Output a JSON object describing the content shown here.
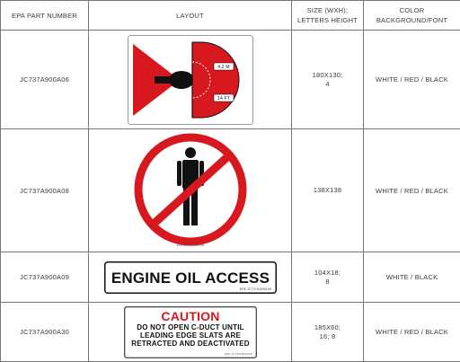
{
  "headers": {
    "part": "EPA PART NUMBER",
    "layout": "LAYOUT",
    "size_line1": "SIZE (WXH);",
    "size_line2": "LETTERS HEIGHT",
    "color_line1": "COLOR",
    "color_line2": "BACKGROUND/FONT"
  },
  "rows": [
    {
      "part": "JC737A900A06",
      "size_line1": "180X130;",
      "size_line2": "4",
      "color": "WHITE / RED / BLACK",
      "sign": {
        "label_top": "4.2 M",
        "label_bottom": "14 FT"
      }
    },
    {
      "part": "JC737A900A08",
      "size_line1": "138X138",
      "size_line2": "",
      "color": "WHITE / RED / BLACK",
      "sign": {
        "fine_print": "EPA JC737A900A08"
      }
    },
    {
      "part": "JC737A900A09",
      "size_line1": "104X18;",
      "size_line2": "8",
      "color": "WHITE  / BLACK",
      "sign": {
        "text": "ENGINE OIL ACCESS",
        "fine_print": "EPA JC737A900A09"
      }
    },
    {
      "part": "JC737A900A30",
      "size_line1": "185X60;",
      "size_line2": "16; 8",
      "color": "WHITE  / RED / BLACK",
      "sign": {
        "title": "CAUTION",
        "line1": "DO NOT OPEN C-DUCT UNTIL",
        "line2": "LEADING EDGE SLATS ARE",
        "line3": "RETRACTED AND DEACTIVATED",
        "fine_print": "EPA JC737A900A30"
      }
    }
  ],
  "colors": {
    "red": "#d7181f",
    "black": "#111111",
    "white": "#ffffff"
  },
  "icons": [
    "engine-intake-hazard-icon",
    "no-person-icon"
  ]
}
